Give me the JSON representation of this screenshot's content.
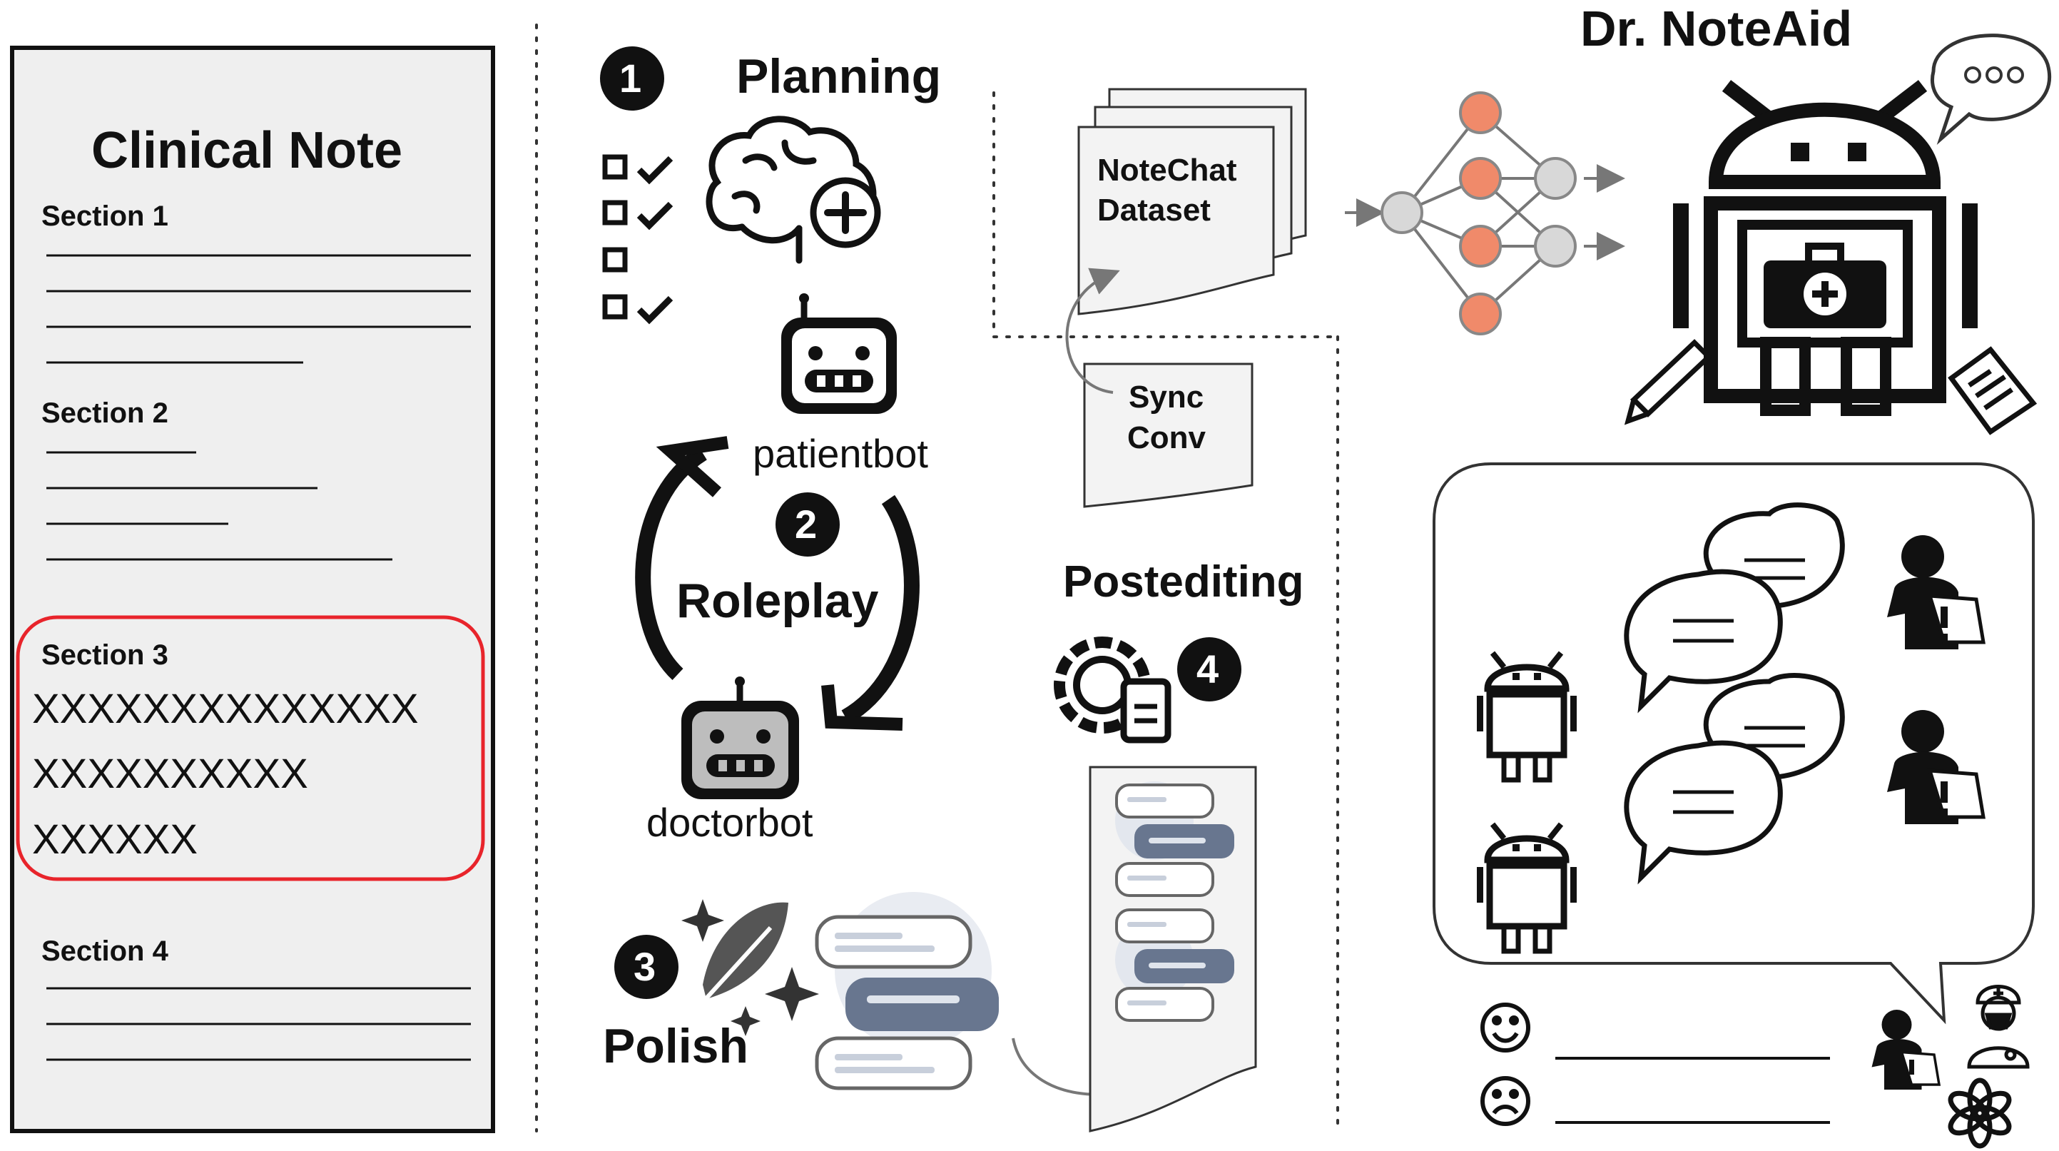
{
  "clinical_note": {
    "title": "Clinical Note",
    "sections": [
      {
        "label": "Section 1"
      },
      {
        "label": "Section 2"
      },
      {
        "label": "Section 3",
        "highlighted": true,
        "content_lines": [
          "XXXXXXXXXXXXXX",
          "XXXXXXXXXX",
          "XXXXXX"
        ]
      },
      {
        "label": "Section 4"
      }
    ],
    "highlight_color": "#e8242b",
    "panel_color": "#efefef"
  },
  "steps": {
    "planning": {
      "number": "1",
      "label": "Planning"
    },
    "roleplay": {
      "number": "2",
      "label": "Roleplay",
      "patient_label": "patientbot",
      "doctor_label": "doctorbot"
    },
    "polish": {
      "number": "3",
      "label": "Polish"
    },
    "postediting": {
      "number": "4",
      "label": "Postediting"
    }
  },
  "dataset": {
    "name_line1": "NoteChat",
    "name_line2": "Dataset",
    "sync_line1": "Sync",
    "sync_line2": "Conv"
  },
  "model": {
    "title": "Dr. NoteAid",
    "node_color": "#f08a6a",
    "node_gray": "#d8d8d8"
  },
  "icons": [
    "checklist-icon",
    "brain-plus-icon",
    "robot-icon",
    "cycle-arrows-icon",
    "feather-sparkle-icon",
    "chat-bubbles-icon",
    "gear-document-icon",
    "neural-network-icon",
    "android-doctor-icon",
    "speech-bubble-icon",
    "pencil-icon",
    "document-icon",
    "android-icon",
    "patient-icon",
    "doctor-icon",
    "openai-icon",
    "happy-face-icon",
    "sad-face-icon"
  ]
}
